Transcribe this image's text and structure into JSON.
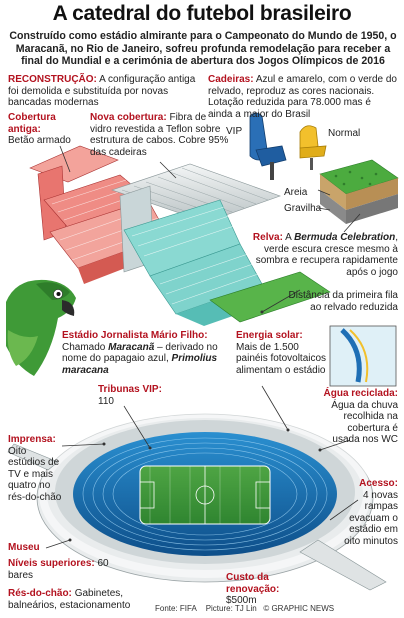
{
  "title": "A catedral do futebol brasileiro",
  "intro": "Construído como estádio almirante para o Campeonato do Mundo de 1950, o Maracanã, no Rio de Janeiro, sofreu profunda remodelação para receber a final do Mundial e a cerimónia de abertura dos Jogos Olímpicos de 2016",
  "reconstrucao": {
    "head": "RECONSTRUÇÃO:",
    "text": "A configuração antiga foi demolida e substituída por novas bancadas modernas"
  },
  "cobertura_antiga": {
    "head": "Cobertura antiga:",
    "text": "Betão armado"
  },
  "nova_cobertura": {
    "head": "Nova cobertura:",
    "text": "Fibra de vidro revestida a Teflon sobre estrutura de cabos. Cobre 95% das cadeiras"
  },
  "cadeiras": {
    "head": "Cadeiras:",
    "text": "Azul e amarelo, com o verde do relvado, reproduz as cores nacionais. Lotação reduzida para 78.000 mas é ainda a maior do Brasil",
    "vip": "VIP",
    "normal": "Normal"
  },
  "areia": "Areia",
  "gravilha": "Gravilha",
  "relva": {
    "head": "Relva:",
    "pre": "A",
    "species": "Bermuda Celebration",
    "text": ", verde escura cresce mesmo à sombra e recupera rapidamente após o jogo"
  },
  "distancia": "Distância da primeira fila ao relvado reduzida",
  "estadio": {
    "head": "Estádio Jornalista Mário Filho:",
    "pre": "Chamado",
    "name": "Maracanã",
    "mid": "– derivado no nome do papagaio azul,",
    "species": "Primolius maracana"
  },
  "energia": {
    "head": "Energia solar:",
    "text": "Mais de 1.500 painéis fotovoltaicos alimentam o estádio"
  },
  "tribunas": {
    "head": "Tribunas VIP:",
    "text": "110"
  },
  "imprensa": {
    "head": "Imprensa:",
    "text": "Oito estúdios de TV e mais quatro no rés-do-chão"
  },
  "agua": {
    "head": "Água reciclada:",
    "text": "Água da chuva recolhida na cobertura é usada nos WC"
  },
  "acesso": {
    "head": "Acesso:",
    "text": "4 novas rampas evacuam o estádio em oito minutos"
  },
  "museu": "Museu",
  "niveis": {
    "head": "Níveis superiores:",
    "text": "60 bares"
  },
  "res_do_chao": {
    "head": "Rés-do-chão:",
    "text": "Gabinetes, balneários, estacionamento"
  },
  "custo": {
    "head": "Custo da renovação:",
    "text": "$500m"
  },
  "footer": {
    "fonte": "Fonte: FIFA",
    "picture": "Picture: TJ Lin",
    "credit": "© GRAPHIC NEWS"
  },
  "colors": {
    "accent_red": "#b3121f",
    "seat_blue": "#1f6fb5",
    "seat_yellow": "#f2c02c",
    "grass_green": "#3f9a37",
    "old_stand_red": "#e8756f",
    "new_stand_teal": "#7fd3cc"
  }
}
